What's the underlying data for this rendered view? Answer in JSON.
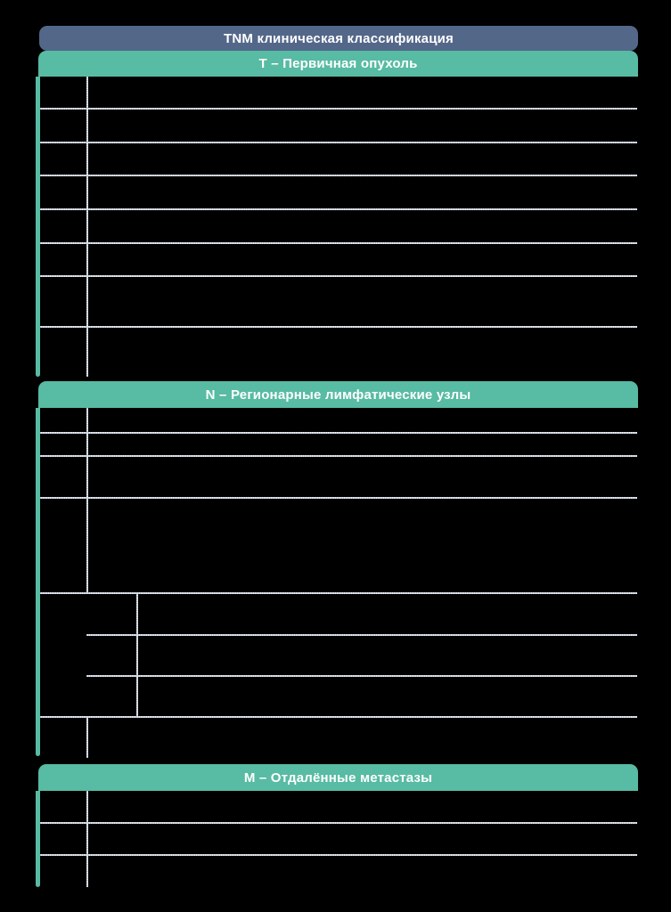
{
  "title": "TNM клиническая классификация",
  "sections": {
    "t": {
      "header": "Т – Первичная опухоль"
    },
    "n": {
      "header": "N – Регионарные лимфатические узлы"
    },
    "m": {
      "header": "М – Отдалённые метастазы"
    }
  },
  "colors": {
    "background": "#000000",
    "title_bar_blue": "#536789",
    "section_header_teal": "#58bba3",
    "grid_line_dark": "#b9c2d0",
    "grid_line_light": "#eef1f6",
    "header_text": "#ffffff"
  }
}
